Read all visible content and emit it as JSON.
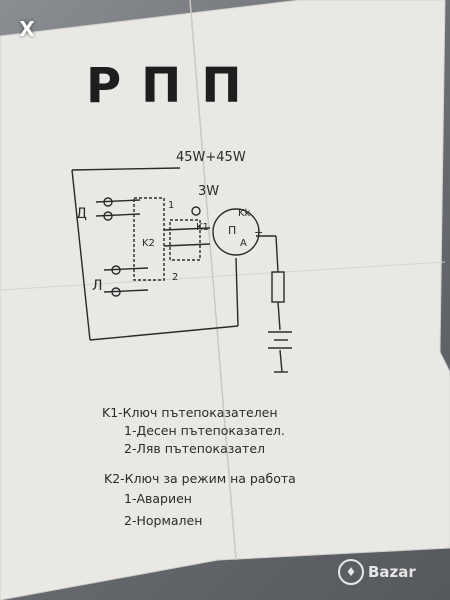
{
  "viewer": {
    "close_glyph": "X"
  },
  "document": {
    "title": "РПП",
    "power_label": "45W+45W",
    "lamp_power_label": "3W",
    "diagram": {
      "left_label_top": "Д",
      "left_label_bottom": "Л",
      "key2_label": "K2",
      "key1_label": "K1",
      "term_1": "1",
      "term_2": "2",
      "relay_kk": "Kk",
      "relay_p": "П",
      "relay_a": "A",
      "relay_plus": "+"
    },
    "legend": {
      "k1_title": "K1-Ключ пътепоказателен",
      "k1_opt1": "1-Десен пътепоказател.",
      "k1_opt2": "2-Ляв пътепоказател",
      "k2_title": "K2-Ключ за режим на работа",
      "k2_opt1": "1-Авариен",
      "k2_opt2": "2-Нормален"
    }
  },
  "watermark": {
    "text": "Bazar"
  },
  "colors": {
    "paper": "#e9e8e4",
    "ink": "#222222",
    "background": "#6f7277"
  }
}
